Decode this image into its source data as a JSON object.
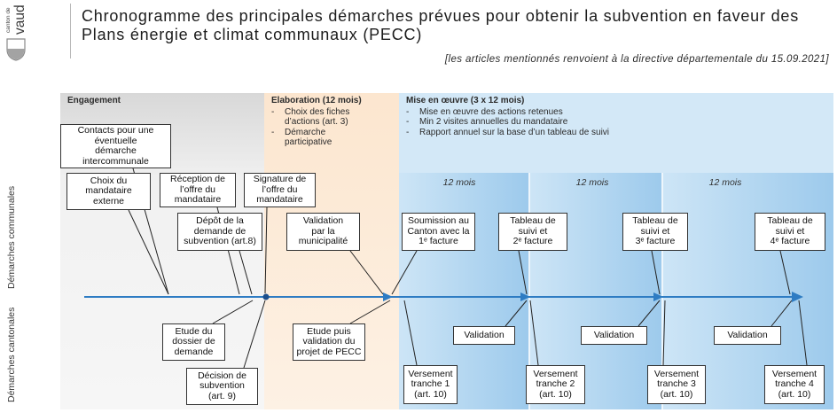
{
  "header": {
    "logo": {
      "small_text": "canton de",
      "large_text": "vaud"
    },
    "title_lines": [
      "Chronogramme des principales démarches prévues pour obtenir la subvention en faveur des",
      "Plans énergie et climat communaux (PECC)"
    ],
    "note": "[les articles mentionnés renvoient à la directive départementale du 15.09.2021]"
  },
  "row_labels": {
    "communal": "Démarches communales",
    "cantonal": "Démarches cantonales"
  },
  "phases": {
    "engagement": {
      "title": "Engagement"
    },
    "elaboration": {
      "title": "Elaboration (12 mois)",
      "items": [
        "Choix des fiches\nd’actions (art. 3)",
        "Démarche\nparticipative"
      ]
    },
    "mise_en_oeuvre": {
      "title": "Mise en œuvre (3 x 12 mois)",
      "items": [
        "Mise en œuvre des actions retenues",
        "Min 2 visites annuelles du mandataire",
        "Rapport annuel sur la base d’un tableau de suivi"
      ],
      "periods": [
        "12 mois",
        "12 mois",
        "12 mois"
      ]
    }
  },
  "communal_steps": [
    "Contacts pour une\néventuelle\ndémarche\nintercommunale",
    "Choix du\nmandataire\nexterne",
    "Réception de\nl’offre du\nmandataire",
    "Signature de\nl’offre du\nmandataire",
    "Dépôt de la\ndemande de\nsubvention (art.8)",
    "Validation\npar la\nmunicipalité",
    "Soumission au\nCanton avec la\n1ᵉ facture",
    "Tableau de\nsuivi et\n2ᵉ facture",
    "Tableau de\nsuivi et\n3ᵉ facture",
    "Tableau de\nsuivi et\n4ᵉ facture"
  ],
  "cantonal_steps": [
    "Etude du\ndossier de\ndemande",
    "Décision de\nsubvention\n(art. 9)",
    "Etude puis\nvalidation du\nprojet de PECC",
    "Validation",
    "Validation",
    "Validation",
    "Versement\ntranche 1\n(art. 10)",
    "Versement\ntranche 2\n(art. 10)",
    "Versement\ntranche 3\n(art. 10)",
    "Versement\ntranche 4\n(art. 10)"
  ],
  "colors": {
    "title_text": "#1c1c1c",
    "engagement_band": "#d8d8d8",
    "engagement_bg": "#f1f1f1",
    "elaboration_bg": "#fce6cf",
    "mise_en_oeuvre_bg": "#d3e8f7",
    "period_light": "#cde5f6",
    "period_dark": "#9dcaec",
    "timeline": "#2e7cc3",
    "milestone_dot": "#1d4f8c",
    "box_border": "#333333"
  }
}
